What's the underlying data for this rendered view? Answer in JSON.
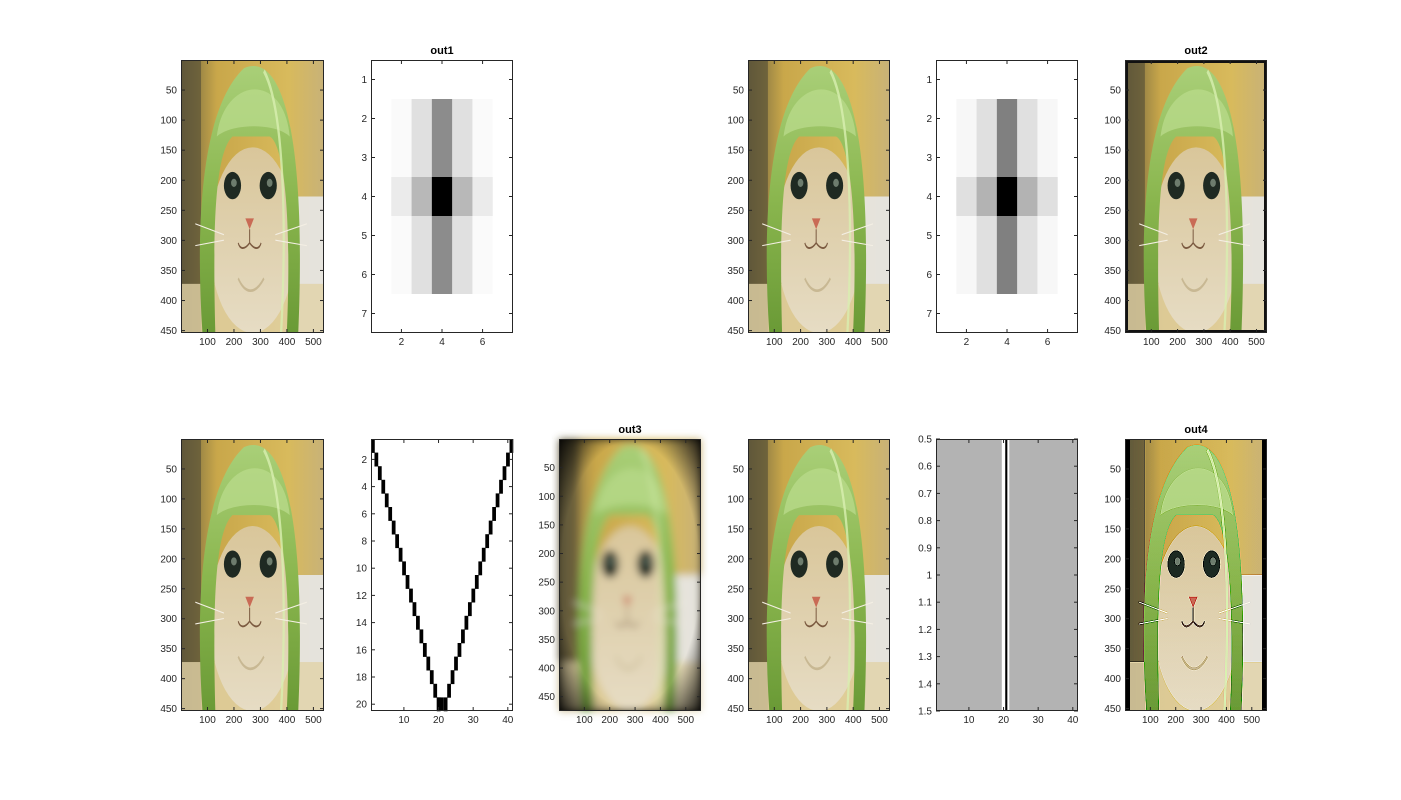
{
  "figure": {
    "background": "#ffffff"
  },
  "chart_data": [
    {
      "id": "img1",
      "type": "image",
      "title": "",
      "image_kind": "cat",
      "variant": "orig",
      "xlim": [
        0,
        540
      ],
      "ylim": [
        0,
        454
      ],
      "xticks": [
        100,
        200,
        300,
        400,
        500
      ],
      "xticklabels": [
        "100",
        "200",
        "300",
        "400",
        "500"
      ],
      "yticks": [
        50,
        100,
        150,
        200,
        250,
        300,
        350,
        400,
        450
      ],
      "yticklabels": [
        "50",
        "100",
        "150",
        "200",
        "250",
        "300",
        "350",
        "400",
        "450"
      ]
    },
    {
      "id": "k1",
      "type": "heatmap",
      "title": "out1",
      "xlim": [
        0.5,
        7.5
      ],
      "ylim": [
        0.5,
        7.5
      ],
      "xticks": [
        2,
        4,
        6
      ],
      "xticklabels": [
        "2",
        "4",
        "6"
      ],
      "yticks": [
        1,
        2,
        3,
        4,
        5,
        6,
        7
      ],
      "yticklabels": [
        "1",
        "2",
        "3",
        "4",
        "5",
        "6",
        "7"
      ],
      "colormap": "gray-inverted",
      "matrix": [
        [
          0,
          0,
          0,
          0,
          0,
          0,
          0
        ],
        [
          0,
          0.02,
          0.12,
          0.45,
          0.12,
          0.02,
          0
        ],
        [
          0,
          0.02,
          0.12,
          0.45,
          0.12,
          0.02,
          0
        ],
        [
          0,
          0.08,
          0.28,
          1.0,
          0.28,
          0.08,
          0
        ],
        [
          0,
          0.02,
          0.12,
          0.45,
          0.12,
          0.02,
          0
        ],
        [
          0,
          0.02,
          0.12,
          0.45,
          0.12,
          0.02,
          0
        ],
        [
          0,
          0,
          0,
          0,
          0,
          0,
          0
        ]
      ]
    },
    {
      "id": "img2",
      "type": "image",
      "title": "",
      "image_kind": "cat",
      "variant": "orig",
      "xlim": [
        0,
        540
      ],
      "ylim": [
        0,
        454
      ],
      "xticks": [
        100,
        200,
        300,
        400,
        500
      ],
      "xticklabels": [
        "100",
        "200",
        "300",
        "400",
        "500"
      ],
      "yticks": [
        50,
        100,
        150,
        200,
        250,
        300,
        350,
        400,
        450
      ],
      "yticklabels": [
        "50",
        "100",
        "150",
        "200",
        "250",
        "300",
        "350",
        "400",
        "450"
      ]
    },
    {
      "id": "k2",
      "type": "heatmap",
      "title": "",
      "xlim": [
        0.5,
        7.5
      ],
      "ylim": [
        0.5,
        7.5
      ],
      "xticks": [
        2,
        4,
        6
      ],
      "xticklabels": [
        "2",
        "4",
        "6"
      ],
      "yticks": [
        1,
        2,
        3,
        4,
        5,
        6,
        7
      ],
      "yticklabels": [
        "1",
        "2",
        "3",
        "4",
        "5",
        "6",
        "7"
      ],
      "colormap": "gray-inverted",
      "matrix": [
        [
          0,
          0,
          0,
          0,
          0,
          0,
          0
        ],
        [
          0,
          0.03,
          0.12,
          0.5,
          0.12,
          0.03,
          0
        ],
        [
          0,
          0.03,
          0.12,
          0.5,
          0.12,
          0.03,
          0
        ],
        [
          0,
          0.12,
          0.3,
          1.0,
          0.3,
          0.12,
          0
        ],
        [
          0,
          0.03,
          0.12,
          0.5,
          0.12,
          0.03,
          0
        ],
        [
          0,
          0.03,
          0.12,
          0.5,
          0.12,
          0.03,
          0
        ],
        [
          0,
          0,
          0,
          0,
          0,
          0,
          0
        ]
      ]
    },
    {
      "id": "img_out2",
      "type": "image",
      "title": "out2",
      "image_kind": "cat",
      "variant": "dark-border",
      "xlim": [
        0,
        540
      ],
      "ylim": [
        0,
        454
      ],
      "xticks": [
        100,
        200,
        300,
        400,
        500
      ],
      "xticklabels": [
        "100",
        "200",
        "300",
        "400",
        "500"
      ],
      "yticks": [
        50,
        100,
        150,
        200,
        250,
        300,
        350,
        400,
        450
      ],
      "yticklabels": [
        "50",
        "100",
        "150",
        "200",
        "250",
        "300",
        "350",
        "400",
        "450"
      ]
    },
    {
      "id": "img3",
      "type": "image",
      "title": "",
      "image_kind": "cat",
      "variant": "orig",
      "xlim": [
        0,
        540
      ],
      "ylim": [
        0,
        454
      ],
      "xticks": [
        100,
        200,
        300,
        400,
        500
      ],
      "xticklabels": [
        "100",
        "200",
        "300",
        "400",
        "500"
      ],
      "yticks": [
        50,
        100,
        150,
        200,
        250,
        300,
        350,
        400,
        450
      ],
      "yticklabels": [
        "50",
        "100",
        "150",
        "200",
        "250",
        "300",
        "350",
        "400",
        "450"
      ]
    },
    {
      "id": "v",
      "type": "heatmap",
      "title": "",
      "kind": "v-kernel",
      "xlim": [
        0.5,
        41.5
      ],
      "ylim": [
        0.5,
        20.5
      ],
      "xticks": [
        10,
        20,
        30,
        40
      ],
      "xticklabels": [
        "10",
        "20",
        "30",
        "40"
      ],
      "yticks": [
        2,
        4,
        6,
        8,
        10,
        12,
        14,
        16,
        18,
        20
      ],
      "yticklabels": [
        "2",
        "4",
        "6",
        "8",
        "10",
        "12",
        "14",
        "16",
        "18",
        "20"
      ],
      "colormap": "gray-inverted",
      "rows": 20,
      "cols": 41
    },
    {
      "id": "img_out3",
      "type": "image",
      "title": "out3",
      "image_kind": "cat",
      "variant": "blur",
      "xlim": [
        0,
        560
      ],
      "ylim": [
        0,
        475
      ],
      "xticks": [
        100,
        200,
        300,
        400,
        500
      ],
      "xticklabels": [
        "100",
        "200",
        "300",
        "400",
        "500"
      ],
      "yticks": [
        50,
        100,
        150,
        200,
        250,
        300,
        350,
        400,
        450
      ],
      "yticklabels": [
        "50",
        "100",
        "150",
        "200",
        "250",
        "300",
        "350",
        "400",
        "450"
      ]
    },
    {
      "id": "img4",
      "type": "image",
      "title": "",
      "image_kind": "cat",
      "variant": "orig",
      "xlim": [
        0,
        540
      ],
      "ylim": [
        0,
        454
      ],
      "xticks": [
        100,
        200,
        300,
        400,
        500
      ],
      "xticklabels": [
        "100",
        "200",
        "300",
        "400",
        "500"
      ],
      "yticks": [
        50,
        100,
        150,
        200,
        250,
        300,
        350,
        400,
        450
      ],
      "yticklabels": [
        "50",
        "100",
        "150",
        "200",
        "250",
        "300",
        "350",
        "400",
        "450"
      ]
    },
    {
      "id": "k4",
      "type": "heatmap",
      "title": "",
      "kind": "line-kernel",
      "xlim": [
        0.5,
        41.5
      ],
      "ylim": [
        0.5,
        1.5
      ],
      "xticks": [
        10,
        20,
        30,
        40
      ],
      "xticklabels": [
        "10",
        "20",
        "30",
        "40"
      ],
      "yticks": [
        0.5,
        0.6,
        0.7,
        0.8,
        0.9,
        1.0,
        1.1,
        1.2,
        1.3,
        1.4,
        1.5
      ],
      "yticklabels": [
        "0.5",
        "0.6",
        "0.7",
        "0.8",
        "0.9",
        "1",
        "1.1",
        "1.2",
        "1.3",
        "1.4",
        "1.5"
      ],
      "colormap": "gray",
      "row": {
        "cols": 41,
        "bg": 0.7,
        "white_col": 20,
        "black_col": 21
      }
    },
    {
      "id": "img_out4",
      "type": "image",
      "title": "out4",
      "image_kind": "cat",
      "variant": "sharpen",
      "xlim": [
        0,
        560
      ],
      "ylim": [
        0,
        454
      ],
      "xticks": [
        100,
        200,
        300,
        400,
        500
      ],
      "xticklabels": [
        "100",
        "200",
        "300",
        "400",
        "500"
      ],
      "yticks": [
        50,
        100,
        150,
        200,
        250,
        300,
        350,
        400,
        450
      ],
      "yticklabels": [
        "50",
        "100",
        "150",
        "200",
        "250",
        "300",
        "350",
        "400",
        "450"
      ]
    }
  ]
}
